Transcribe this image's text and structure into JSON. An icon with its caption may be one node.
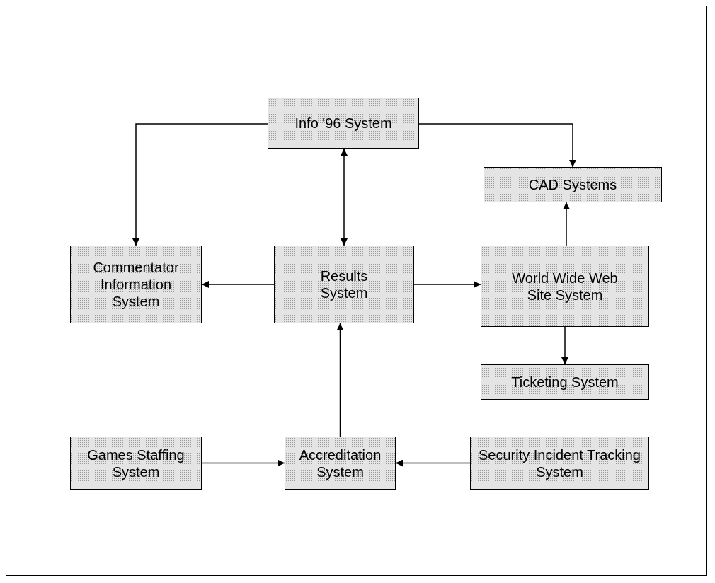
{
  "diagram": {
    "nodes": [
      {
        "text": [
          "Info '96 System"
        ]
      },
      {
        "text": [
          "CAD Systems"
        ]
      },
      {
        "text": [
          "Commentator Information System"
        ]
      },
      {
        "text": [
          "Results System"
        ]
      },
      {
        "text": [
          "World Wide Web Site System"
        ]
      },
      {
        "text": [
          "Ticketing System"
        ]
      },
      {
        "text": [
          "Games Staffing System"
        ]
      },
      {
        "text": [
          "Accreditation System"
        ]
      },
      {
        "text": [
          "Security Incident Tracking System"
        ]
      }
    ],
    "edges": [
      {
        "from": 0,
        "to": 2,
        "arrow": "to"
      },
      {
        "from": 0,
        "to": 1,
        "arrow": "to"
      },
      {
        "from": 0,
        "to": 3,
        "arrow": "both"
      },
      {
        "from": 3,
        "to": 2,
        "arrow": "to"
      },
      {
        "from": 3,
        "to": 4,
        "arrow": "to"
      },
      {
        "from": 4,
        "to": 1,
        "arrow": "to"
      },
      {
        "from": 4,
        "to": 5,
        "arrow": "to"
      },
      {
        "from": 7,
        "to": 3,
        "arrow": "to"
      },
      {
        "from": 6,
        "to": 7,
        "arrow": "to"
      },
      {
        "from": 8,
        "to": 7,
        "arrow": "to"
      }
    ]
  }
}
